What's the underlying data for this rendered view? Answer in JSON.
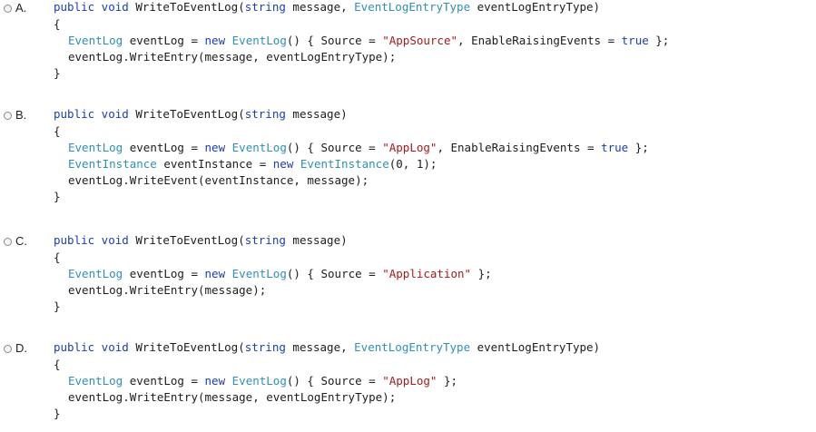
{
  "options": {
    "a": {
      "letter": "A.",
      "lines": [
        [
          [
            "kw",
            "public void "
          ],
          [
            "tx",
            "WriteToEventLog("
          ],
          [
            "kw",
            "string"
          ],
          [
            "tx",
            " message, "
          ],
          [
            "ty",
            "EventLogEntryType"
          ],
          [
            "tx",
            " eventLogEntryType)"
          ]
        ],
        [
          [
            "tx",
            "{"
          ]
        ],
        [
          [
            "ty",
            "EventLog"
          ],
          [
            "tx",
            " eventLog = "
          ],
          [
            "kw",
            "new "
          ],
          [
            "ty",
            "EventLog"
          ],
          [
            "tx",
            "() { Source = "
          ],
          [
            "str",
            "\"AppSource\""
          ],
          [
            "tx",
            ", EnableRaisingEvents = "
          ],
          [
            "kw",
            "true"
          ],
          [
            "tx",
            " };"
          ]
        ],
        [
          [
            "tx",
            "eventLog.WriteEntry(message, eventLogEntryType);"
          ]
        ],
        [
          [
            "tx",
            "}"
          ]
        ]
      ]
    },
    "b": {
      "letter": "B.",
      "lines": [
        [
          [
            "kw",
            "public void "
          ],
          [
            "tx",
            "WriteToEventLog("
          ],
          [
            "kw",
            "string"
          ],
          [
            "tx",
            " message)"
          ]
        ],
        [
          [
            "tx",
            "{"
          ]
        ],
        [
          [
            "ty",
            "EventLog"
          ],
          [
            "tx",
            " eventLog = "
          ],
          [
            "kw",
            "new "
          ],
          [
            "ty",
            "EventLog"
          ],
          [
            "tx",
            "() { Source = "
          ],
          [
            "str",
            "\"AppLog\""
          ],
          [
            "tx",
            ", EnableRaisingEvents = "
          ],
          [
            "kw",
            "true"
          ],
          [
            "tx",
            " };"
          ]
        ],
        [
          [
            "ty",
            "EventInstance"
          ],
          [
            "tx",
            " eventInstance = "
          ],
          [
            "kw",
            "new "
          ],
          [
            "ty",
            "EventInstance"
          ],
          [
            "tx",
            "(0, 1);"
          ]
        ],
        [
          [
            "tx",
            "eventLog.WriteEvent(eventInstance, message);"
          ]
        ],
        [
          [
            "tx",
            "}"
          ]
        ]
      ]
    },
    "c": {
      "letter": "C.",
      "lines": [
        [
          [
            "kw",
            "public void "
          ],
          [
            "tx",
            "WriteToEventLog("
          ],
          [
            "kw",
            "string"
          ],
          [
            "tx",
            " message)"
          ]
        ],
        [
          [
            "tx",
            "{"
          ]
        ],
        [
          [
            "ty",
            "EventLog"
          ],
          [
            "tx",
            " eventLog = "
          ],
          [
            "kw",
            "new "
          ],
          [
            "ty",
            "EventLog"
          ],
          [
            "tx",
            "() { Source = "
          ],
          [
            "str",
            "\"Application\""
          ],
          [
            "tx",
            " };"
          ]
        ],
        [
          [
            "tx",
            "eventLog.WriteEntry(message);"
          ]
        ],
        [
          [
            "tx",
            "}"
          ]
        ]
      ]
    },
    "d": {
      "letter": "D.",
      "lines": [
        [
          [
            "kw",
            "public void "
          ],
          [
            "tx",
            "WriteToEventLog("
          ],
          [
            "kw",
            "string"
          ],
          [
            "tx",
            " message, "
          ],
          [
            "ty",
            "EventLogEntryType"
          ],
          [
            "tx",
            " eventLogEntryType)"
          ]
        ],
        [
          [
            "tx",
            "{"
          ]
        ],
        [
          [
            "ty",
            "EventLog"
          ],
          [
            "tx",
            " eventLog = "
          ],
          [
            "kw",
            "new "
          ],
          [
            "ty",
            "EventLog"
          ],
          [
            "tx",
            "() { Source = "
          ],
          [
            "str",
            "\"AppLog\""
          ],
          [
            "tx",
            " };"
          ]
        ],
        [
          [
            "tx",
            "eventLog.WriteEntry(message, eventLogEntryType);"
          ]
        ],
        [
          [
            "tx",
            "}"
          ]
        ]
      ]
    }
  }
}
